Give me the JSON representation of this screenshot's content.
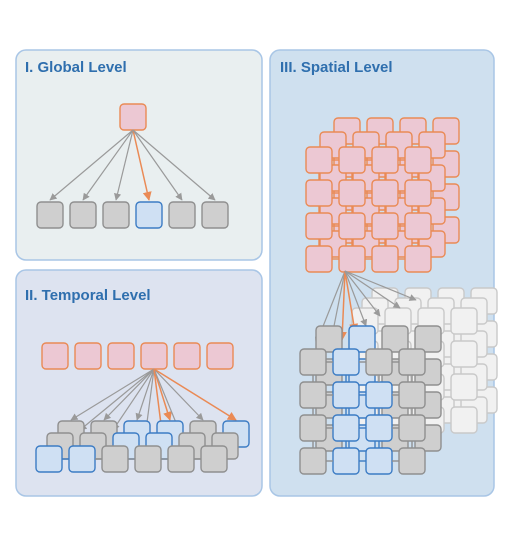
{
  "panels": {
    "global": {
      "title": "I. Global Level"
    },
    "temporal": {
      "title": "II. Temporal Level"
    },
    "spatial": {
      "title": "III. Spatial Level"
    }
  },
  "colors": {
    "query_fill": "#ecc8d3",
    "query_stroke": "#ea8a55",
    "token_gray_fill": "#cfcfcf",
    "token_gray_stroke": "#8f8f8f",
    "token_blue_fill": "#cfe0f3",
    "token_blue_stroke": "#3c7cc4",
    "faded_fill": "#f1f1f1",
    "faded_stroke": "#c9c9c9",
    "arrow_gray": "#9a9a9a",
    "arrow_orange": "#ea8a55",
    "global_bg": "#e9eff0",
    "temporal_bg": "#dde3f0",
    "spatial_bg": "#cfe0ef"
  }
}
